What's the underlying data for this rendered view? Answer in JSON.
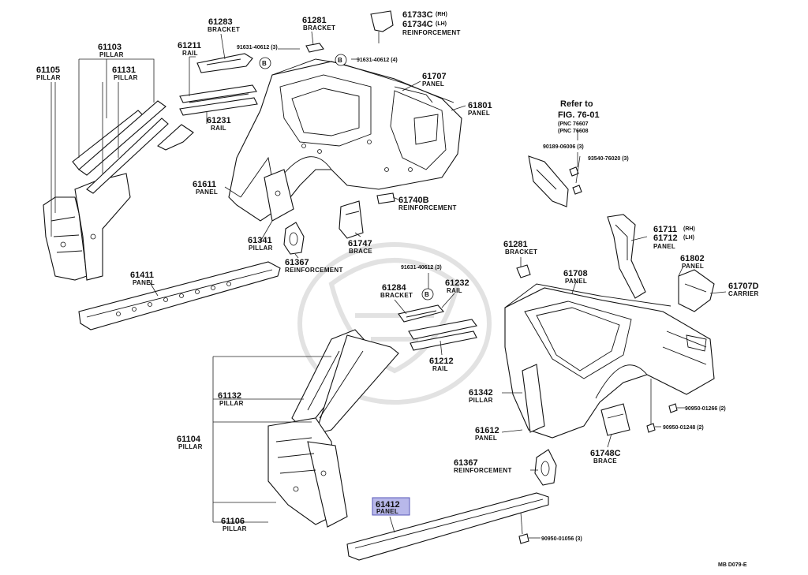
{
  "labels": {
    "p61283": {
      "num": "61283",
      "name": "BRACKET"
    },
    "p61281a": {
      "num": "61281",
      "name": "BRACKET"
    },
    "p61733c": {
      "num1": "61733C",
      "tag1": "(RH)",
      "num2": "61734C",
      "tag2": "(LH)",
      "name": "REINFORCEMENT"
    },
    "p61103": {
      "num": "61103",
      "name": "PILLAR"
    },
    "p61105": {
      "num": "61105",
      "name": "PILLAR"
    },
    "p61131": {
      "num": "61131",
      "name": "PILLAR"
    },
    "p61211": {
      "num": "61211",
      "name": "RAIL"
    },
    "p91631a": {
      "text": "91631-40612 (3)"
    },
    "p91631b": {
      "text": "91631-40612 (4)"
    },
    "p61707": {
      "num": "61707",
      "name": "PANEL"
    },
    "p61801": {
      "num": "61801",
      "name": "PANEL"
    },
    "p61231": {
      "num": "61231",
      "name": "RAIL"
    },
    "p61611": {
      "num": "61611",
      "name": "PANEL"
    },
    "p61740b": {
      "num": "61740B",
      "name": "REINFORCEMENT"
    },
    "p61341": {
      "num": "61341",
      "name": "PILLAR"
    },
    "p61367a": {
      "num": "61367",
      "name": "REINFORCEMENT"
    },
    "p61747": {
      "num": "61747",
      "name": "BRACE"
    },
    "p61411": {
      "num": "61411",
      "name": "PANEL"
    },
    "refer": {
      "line1": "Refer to",
      "line2": "FIG. 76-01",
      "pnc1": "(PNC 76607",
      "pnc2": "(PNC 76608"
    },
    "p90189": {
      "text": "90189-06006 (3)"
    },
    "p93540": {
      "text": "93540-76020 (3)"
    },
    "p61711": {
      "num1": "61711",
      "tag1": "(RH)",
      "num2": "61712",
      "tag2": "(LH)",
      "name": "PANEL"
    },
    "p61281b": {
      "num": "61281",
      "name": "BRACKET"
    },
    "p61708": {
      "num": "61708",
      "name": "PANEL"
    },
    "p61802": {
      "num": "61802",
      "name": "PANEL"
    },
    "p61707d": {
      "num": "61707D",
      "name": "CARRIER"
    },
    "p91631c": {
      "text": "91631-40612 (3)"
    },
    "p61284": {
      "num": "61284",
      "name": "BRACKET"
    },
    "p61232": {
      "num": "61232",
      "name": "RAIL"
    },
    "p61212": {
      "num": "61212",
      "name": "RAIL"
    },
    "p61132": {
      "num": "61132",
      "name": "PILLAR"
    },
    "p61104": {
      "num": "61104",
      "name": "PILLAR"
    },
    "p61106": {
      "num": "61106",
      "name": "PILLAR"
    },
    "p61342": {
      "num": "61342",
      "name": "PILLAR"
    },
    "p61612": {
      "num": "61612",
      "name": "PANEL"
    },
    "p61367b": {
      "num": "61367",
      "name": "REINFORCEMENT"
    },
    "p61748c": {
      "num": "61748C",
      "name": "BRACE"
    },
    "p90950a": {
      "text": "90950-01266 (2)"
    },
    "p90950b": {
      "text": "90950-01248 (2)"
    },
    "p61412": {
      "num": "61412",
      "name": "PANEL"
    },
    "p90950c": {
      "text": "90950-01056 (3)"
    },
    "bolt_letter": "B",
    "diagram_code": "MB  D079-E"
  },
  "colors": {
    "highlight": "#b8b8ea",
    "ink": "#111111"
  }
}
